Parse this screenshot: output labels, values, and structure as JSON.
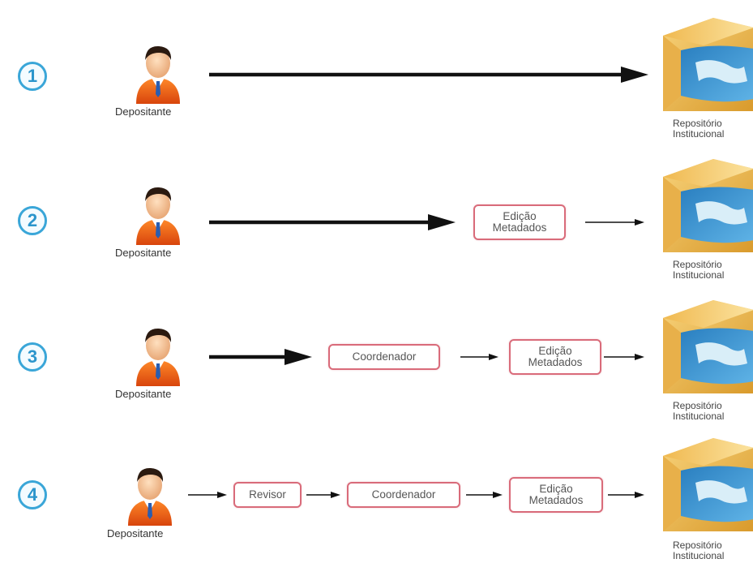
{
  "rows": [
    {
      "number": "1",
      "actor": "Depositante",
      "steps": [],
      "target_line1": "Repositório",
      "target_line2": "Institucional"
    },
    {
      "number": "2",
      "actor": "Depositante",
      "steps": [
        {
          "line1": "Edição",
          "line2": "Metadados"
        }
      ],
      "target_line1": "Repositório",
      "target_line2": "Institucional"
    },
    {
      "number": "3",
      "actor": "Depositante",
      "steps": [
        {
          "line1": "Coordenador"
        },
        {
          "line1": "Edição",
          "line2": "Metadados"
        }
      ],
      "target_line1": "Repositório",
      "target_line2": "Institucional"
    },
    {
      "number": "4",
      "actor": "Depositante",
      "steps": [
        {
          "line1": "Revisor"
        },
        {
          "line1": "Coordenador"
        },
        {
          "line1": "Edição",
          "line2": "Metadados"
        }
      ],
      "target_line1": "Repositório",
      "target_line2": "Institucional"
    }
  ],
  "colors": {
    "circle": "#3aa6d8",
    "box_border": "#d96b7a",
    "arrow": "#111111"
  },
  "icons": {
    "actor": "person-icon",
    "target": "repository-box-icon"
  }
}
